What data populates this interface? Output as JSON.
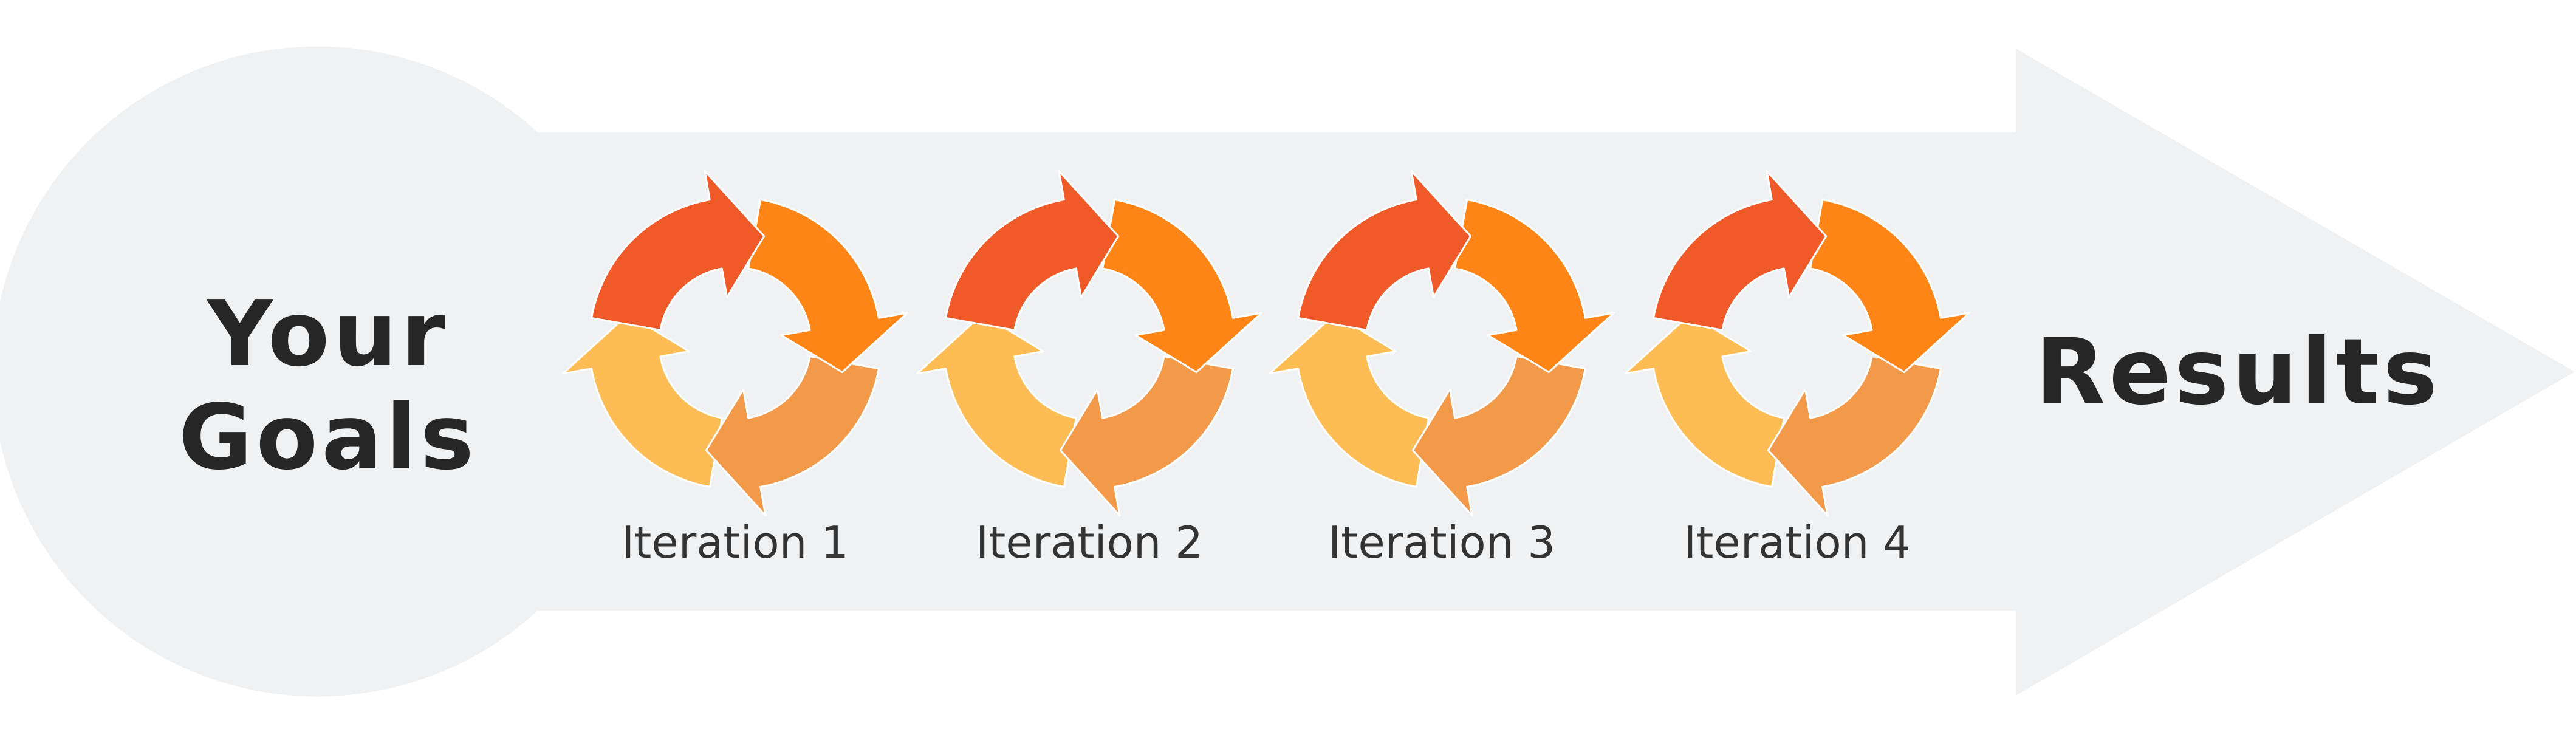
{
  "diagram": {
    "start_label_lines": [
      "Your",
      "Goals"
    ],
    "end_label": "Results",
    "iterations": [
      {
        "label": "Iteration 1"
      },
      {
        "label": "Iteration 2"
      },
      {
        "label": "Iteration 3"
      },
      {
        "label": "Iteration 4"
      }
    ],
    "colors": {
      "arrow_background": "#F0F1F2",
      "label_text": "#262626",
      "segment_top_left": "#F05A28",
      "segment_top_right": "#FF8517",
      "segment_bottom_right": "#F2994A",
      "segment_bottom_left": "#FDBD54"
    }
  }
}
